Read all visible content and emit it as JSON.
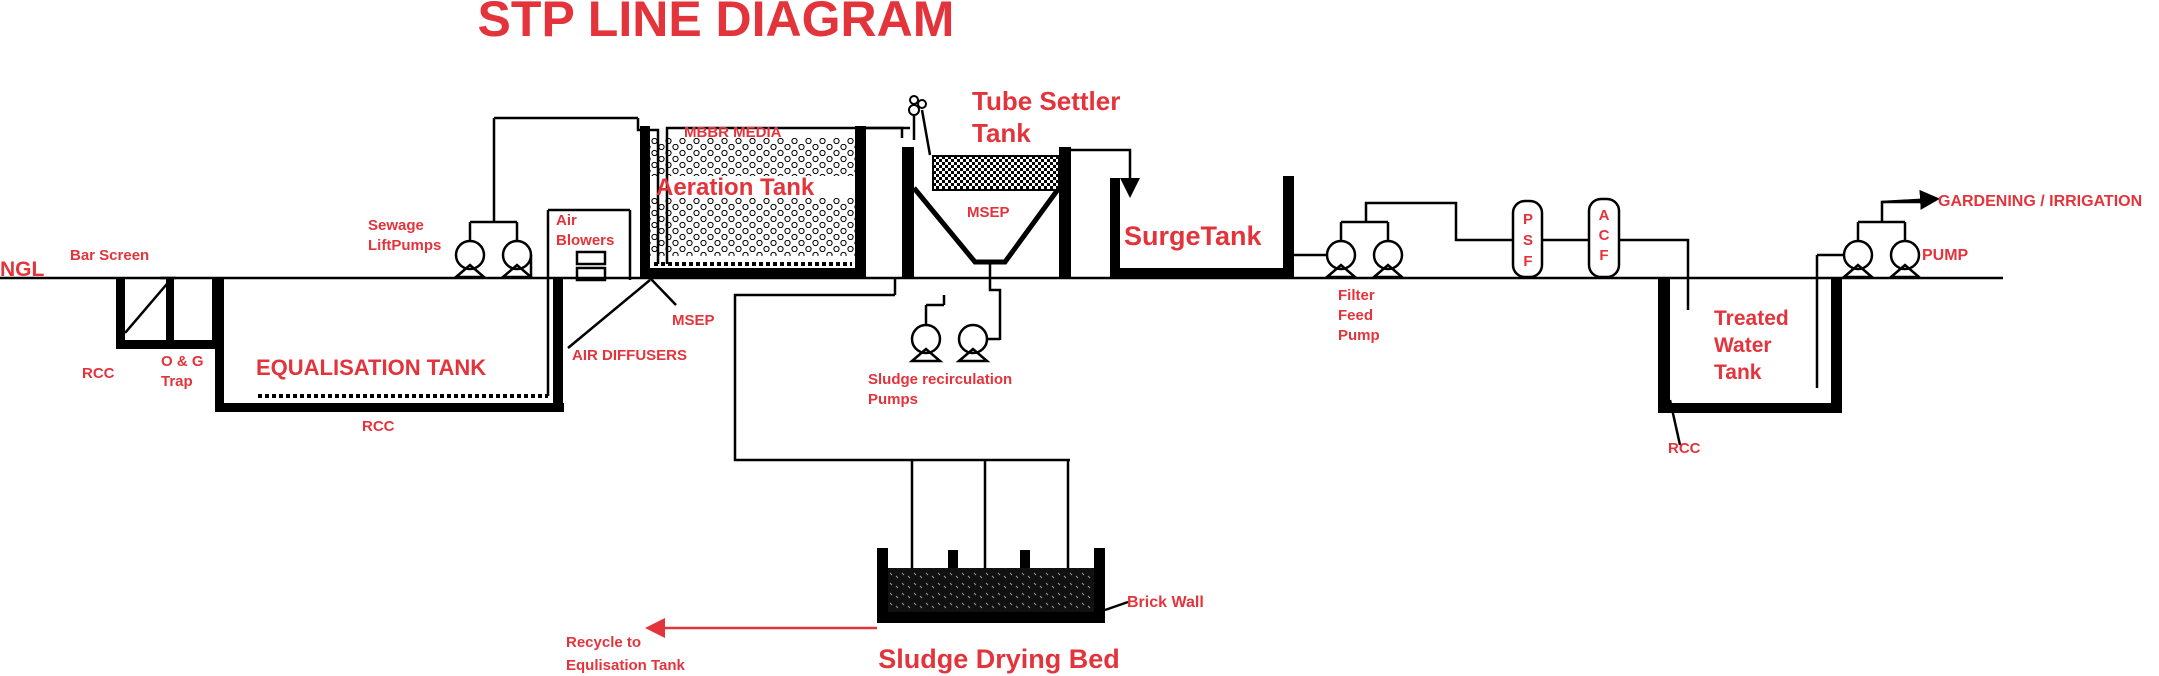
{
  "title": "STP LINE DIAGRAM",
  "labels": {
    "ngl": "NGL",
    "bar_screen": "Bar Screen",
    "rcc_1": "RCC",
    "og_trap_1": "O & G",
    "og_trap_2": "Trap",
    "equalisation_tank": "EQUALISATION  TANK",
    "rcc_2": "RCC",
    "sewage_pumps_1": "Sewage",
    "sewage_pumps_2": "LiftPumps",
    "air_blowers_1": "Air",
    "air_blowers_2": "Blowers",
    "air_diffusers": "AIR DIFFUSERS",
    "msep_1": "MSEP",
    "mbbr_media": "MBBR MEDIA",
    "aeration_tank": "Aeration Tank",
    "tube_settler_1": "Tube Settler",
    "tube_settler_2": "Tank",
    "msep_2": "MSEP",
    "sludge_pumps_1": "Sludge recirculation",
    "sludge_pumps_2": "Pumps",
    "surge_tank": "SurgeTank",
    "filter_pump_1": "Filter",
    "filter_pump_2": "Feed",
    "filter_pump_3": "Pump",
    "psf": [
      "P",
      "S",
      "F"
    ],
    "acf": [
      "A",
      "C",
      "F"
    ],
    "treated_tank_1": "Treated",
    "treated_tank_2": "Water",
    "treated_tank_3": "Tank",
    "rcc_3": "RCC",
    "gardening": "GARDENING / IRRIGATION",
    "pump": "PUMP",
    "brick_wall": "Brick Wall",
    "sludge_bed": "Sludge Drying Bed",
    "recycle_1": "Recycle to",
    "recycle_2": "Equlisation Tank"
  },
  "colors": {
    "label": "#e3343c",
    "line": "#000000",
    "background": "#ffffff"
  }
}
